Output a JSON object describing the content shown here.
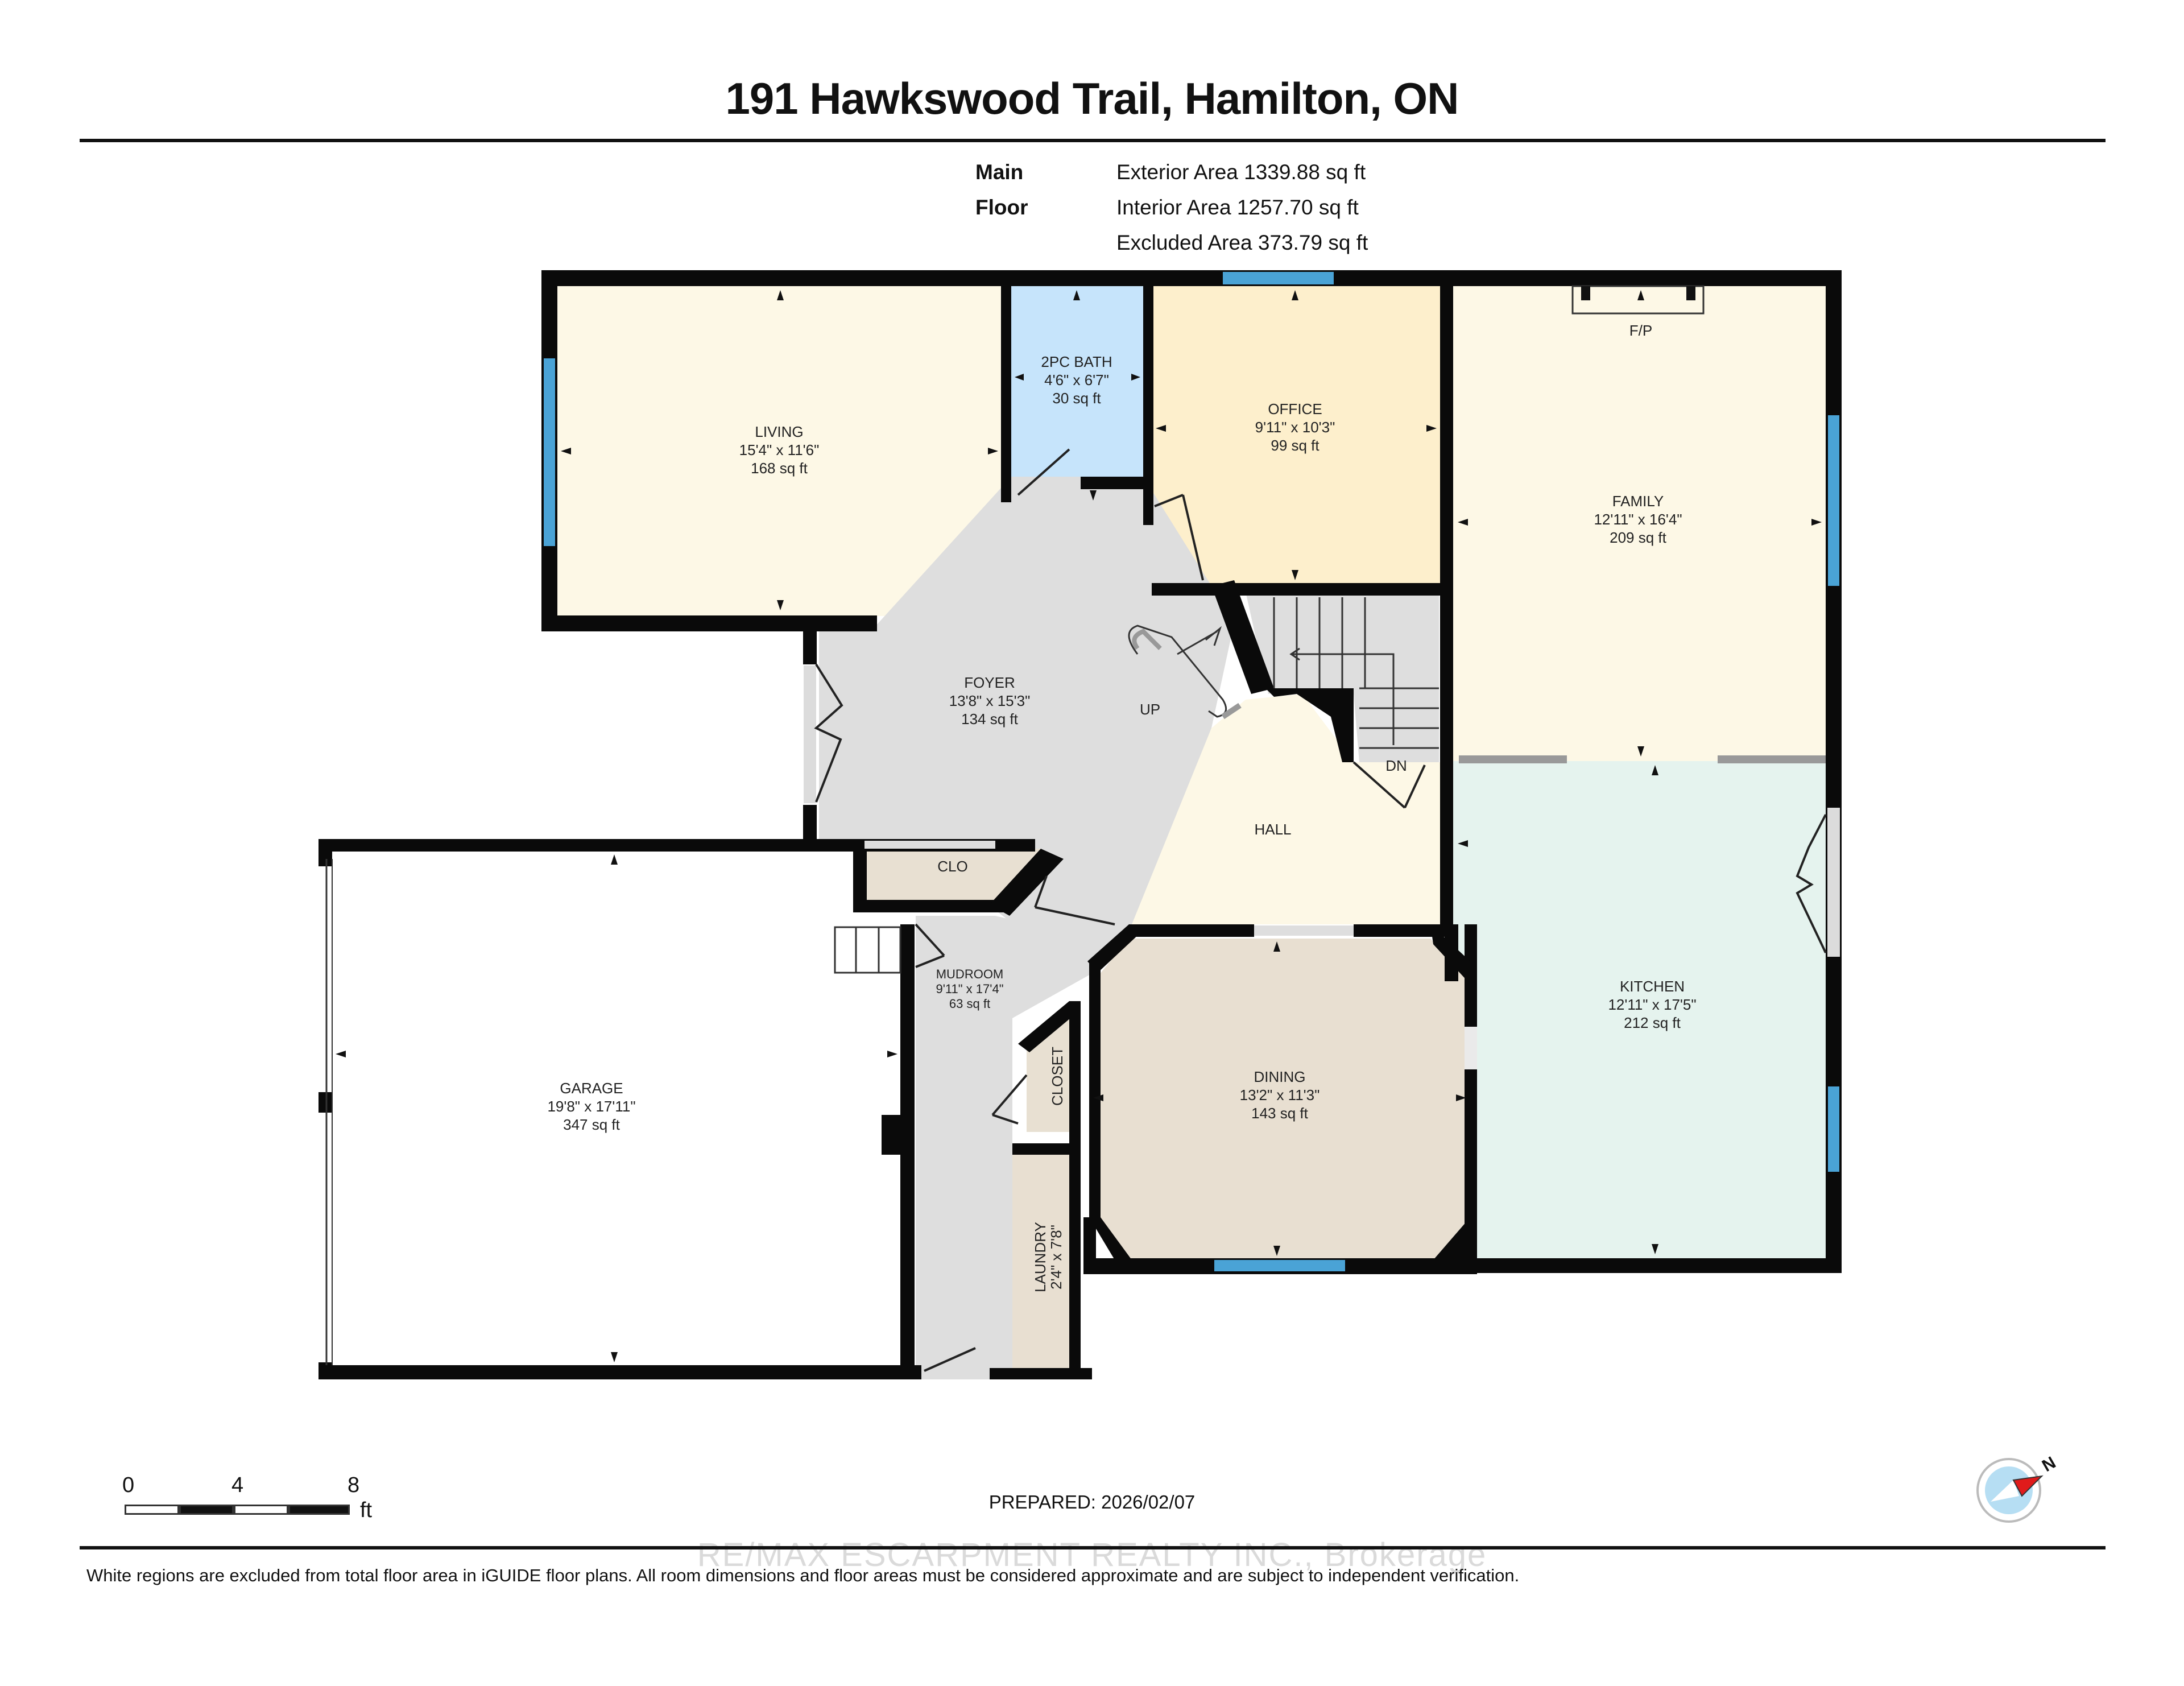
{
  "header": {
    "title": "191 Hawkswood Trail, Hamilton, ON"
  },
  "summary": {
    "floor_label": "Main Floor",
    "exterior_area": "Exterior Area 1339.88 sq ft",
    "interior_area": "Interior Area 1257.70 sq ft",
    "excluded_area": "Excluded Area 373.79 sq ft"
  },
  "rooms": {
    "living": {
      "name": "LIVING",
      "dims": "15'4\" x 11'6\"",
      "area": "168 sq ft"
    },
    "bath": {
      "name": "2PC BATH",
      "dims": "4'6\" x 6'7\"",
      "area": "30 sq ft"
    },
    "office": {
      "name": "OFFICE",
      "dims": "9'11\" x 10'3\"",
      "area": "99 sq ft"
    },
    "family": {
      "name": "FAMILY",
      "dims": "12'11\" x 16'4\"",
      "area": "209 sq ft",
      "feature": "F/P"
    },
    "foyer": {
      "name": "FOYER",
      "dims": "13'8\" x 15'3\"",
      "area": "134 sq ft"
    },
    "hall": {
      "name": "HALL"
    },
    "clo": {
      "name": "CLO"
    },
    "mudroom": {
      "name": "MUDROOM",
      "dims": "9'11\" x 17'4\"",
      "area": "63 sq ft"
    },
    "closet": {
      "name": "CLOSET"
    },
    "laundry": {
      "name": "LAUNDRY",
      "dims": "2'4\" x 7'8\""
    },
    "dining": {
      "name": "DINING",
      "dims": "13'2\" x 11'3\"",
      "area": "143 sq ft"
    },
    "kitchen": {
      "name": "KITCHEN",
      "dims": "12'11\" x 17'5\"",
      "area": "212 sq ft"
    },
    "garage": {
      "name": "GARAGE",
      "dims": "19'8\" x 17'11\"",
      "area": "347 sq ft"
    }
  },
  "stairs": {
    "up_label": "UP",
    "down_label": "DN"
  },
  "scale_bar": {
    "ticks": [
      "0",
      "4",
      "8"
    ],
    "unit": "ft"
  },
  "footer": {
    "prepared": "PREPARED: 2026/02/07",
    "watermark": "RE/MAX ESCARPMENT REALTY INC., Brokerage",
    "disclaimer": "White regions are excluded from total floor area in iGUIDE floor plans. All room dimensions and floor areas must be considered approximate and are subject to independent verification."
  },
  "compass": {
    "label": "N",
    "icon": "compass-icon"
  },
  "colors": {
    "wall": "#0a0a0a",
    "window": "#4aa3d6",
    "living": "#fdf8e6",
    "bath": "#c6e4fb",
    "office": "#fdefcc",
    "family": "#fdf8e6",
    "foyer": "#dedede",
    "hall": "#fdf8e6",
    "clo": "#e8e0d2",
    "dining": "#e8dfd1",
    "kitchen": "#e5f3ee",
    "laundry": "#e8dfd1"
  }
}
